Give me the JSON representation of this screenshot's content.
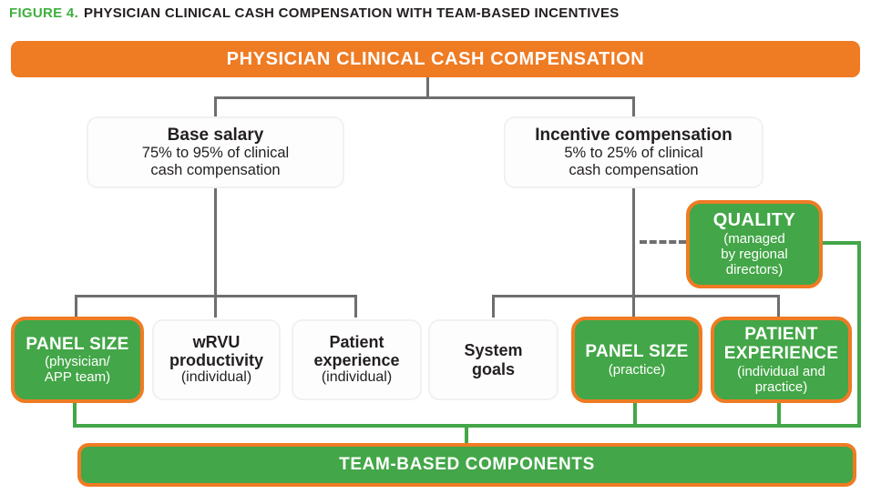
{
  "colors": {
    "orange": "#ef7b23",
    "green": "#43a648",
    "gray_line": "#6d6e70",
    "dark": "#231f20",
    "figure_green": "#3eb03e"
  },
  "figure_title": {
    "label": "FIGURE 4.",
    "text": "PHYSICIAN CLINICAL CASH COMPENSATION WITH TEAM-BASED INCENTIVES"
  },
  "root": {
    "label": "PHYSICIAN CLINICAL CASH COMPENSATION"
  },
  "branches": {
    "base_salary": {
      "title": "Base salary",
      "subtitle": "75% to 95% of clinical\ncash compensation"
    },
    "incentive_compensation": {
      "title": "Incentive compensation",
      "subtitle": "5% to 25% of clinical\ncash compensation"
    }
  },
  "quality": {
    "title": "QUALITY",
    "subtitle": "(managed\nby regional\ndirectors)"
  },
  "leaves": {
    "panel_size_team": {
      "title": "PANEL SIZE",
      "subtitle": "(physician/\nAPP team)"
    },
    "wrvu_productivity": {
      "title": "wRVU\nproductivity",
      "subtitle": "(individual)"
    },
    "patient_experience_individual": {
      "title": "Patient\nexperience",
      "subtitle": "(individual)"
    },
    "system_goals": {
      "title": "System\ngoals"
    },
    "panel_size_practice": {
      "title": "PANEL SIZE",
      "subtitle": "(practice)"
    },
    "patient_experience_team": {
      "title": "PATIENT\nEXPERIENCE",
      "subtitle": "(individual and\npractice)"
    }
  },
  "footer": {
    "label": "TEAM-BASED COMPONENTS"
  }
}
